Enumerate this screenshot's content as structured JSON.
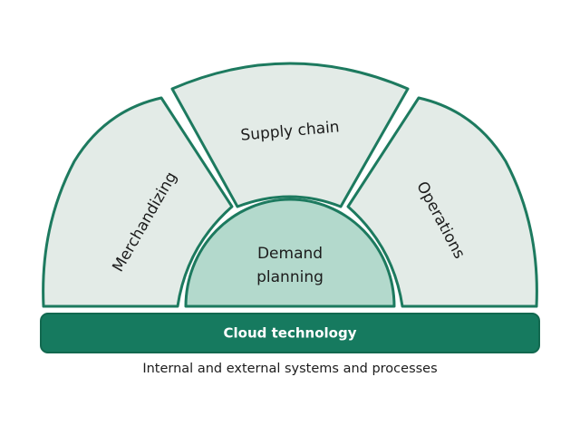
{
  "diagram": {
    "segments": {
      "merchandizing": "Merchandizing",
      "supply_chain": "Supply chain",
      "operations": "Operations"
    },
    "center": {
      "line1": "Demand",
      "line2": "planning"
    },
    "base_bar": "Cloud technology",
    "caption": "Internal and external systems and processes"
  },
  "colors": {
    "outline": "#1d7a5f",
    "outer_fill": "#e3ebe7",
    "inner_fill": "#b3d9cc",
    "bar_fill": "#167a5f"
  }
}
